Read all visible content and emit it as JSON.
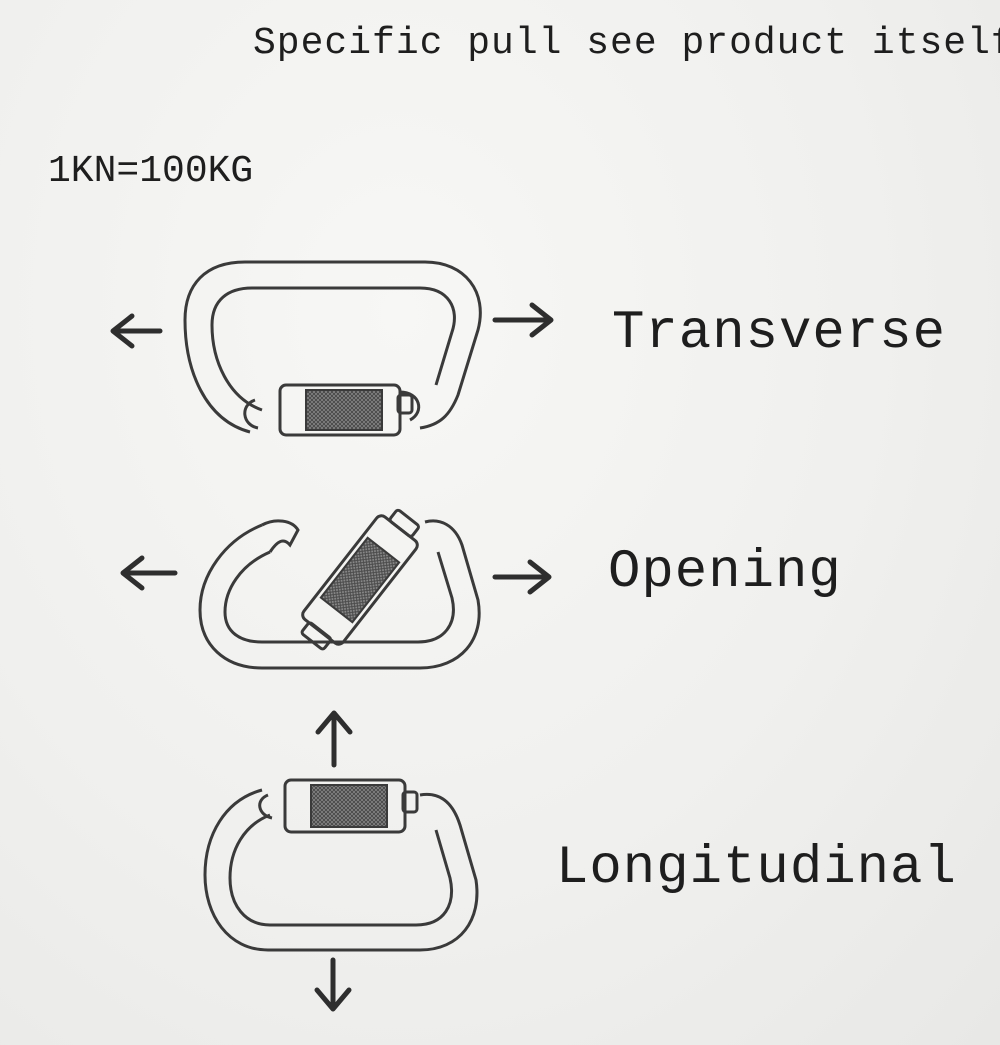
{
  "header_note": "Specific pull see product itself",
  "unit_note": "1KN=100KG",
  "diagrams": [
    {
      "label": "Transverse",
      "icon": "carabiner-transverse-icon"
    },
    {
      "label": "Opening",
      "icon": "carabiner-opening-icon"
    },
    {
      "label": "Longitudinal",
      "icon": "carabiner-longitudinal-icon"
    }
  ],
  "colors": {
    "line": "#3a3a3a",
    "background": "#f1f1ef",
    "gate_fill": "#6a6a6a"
  }
}
